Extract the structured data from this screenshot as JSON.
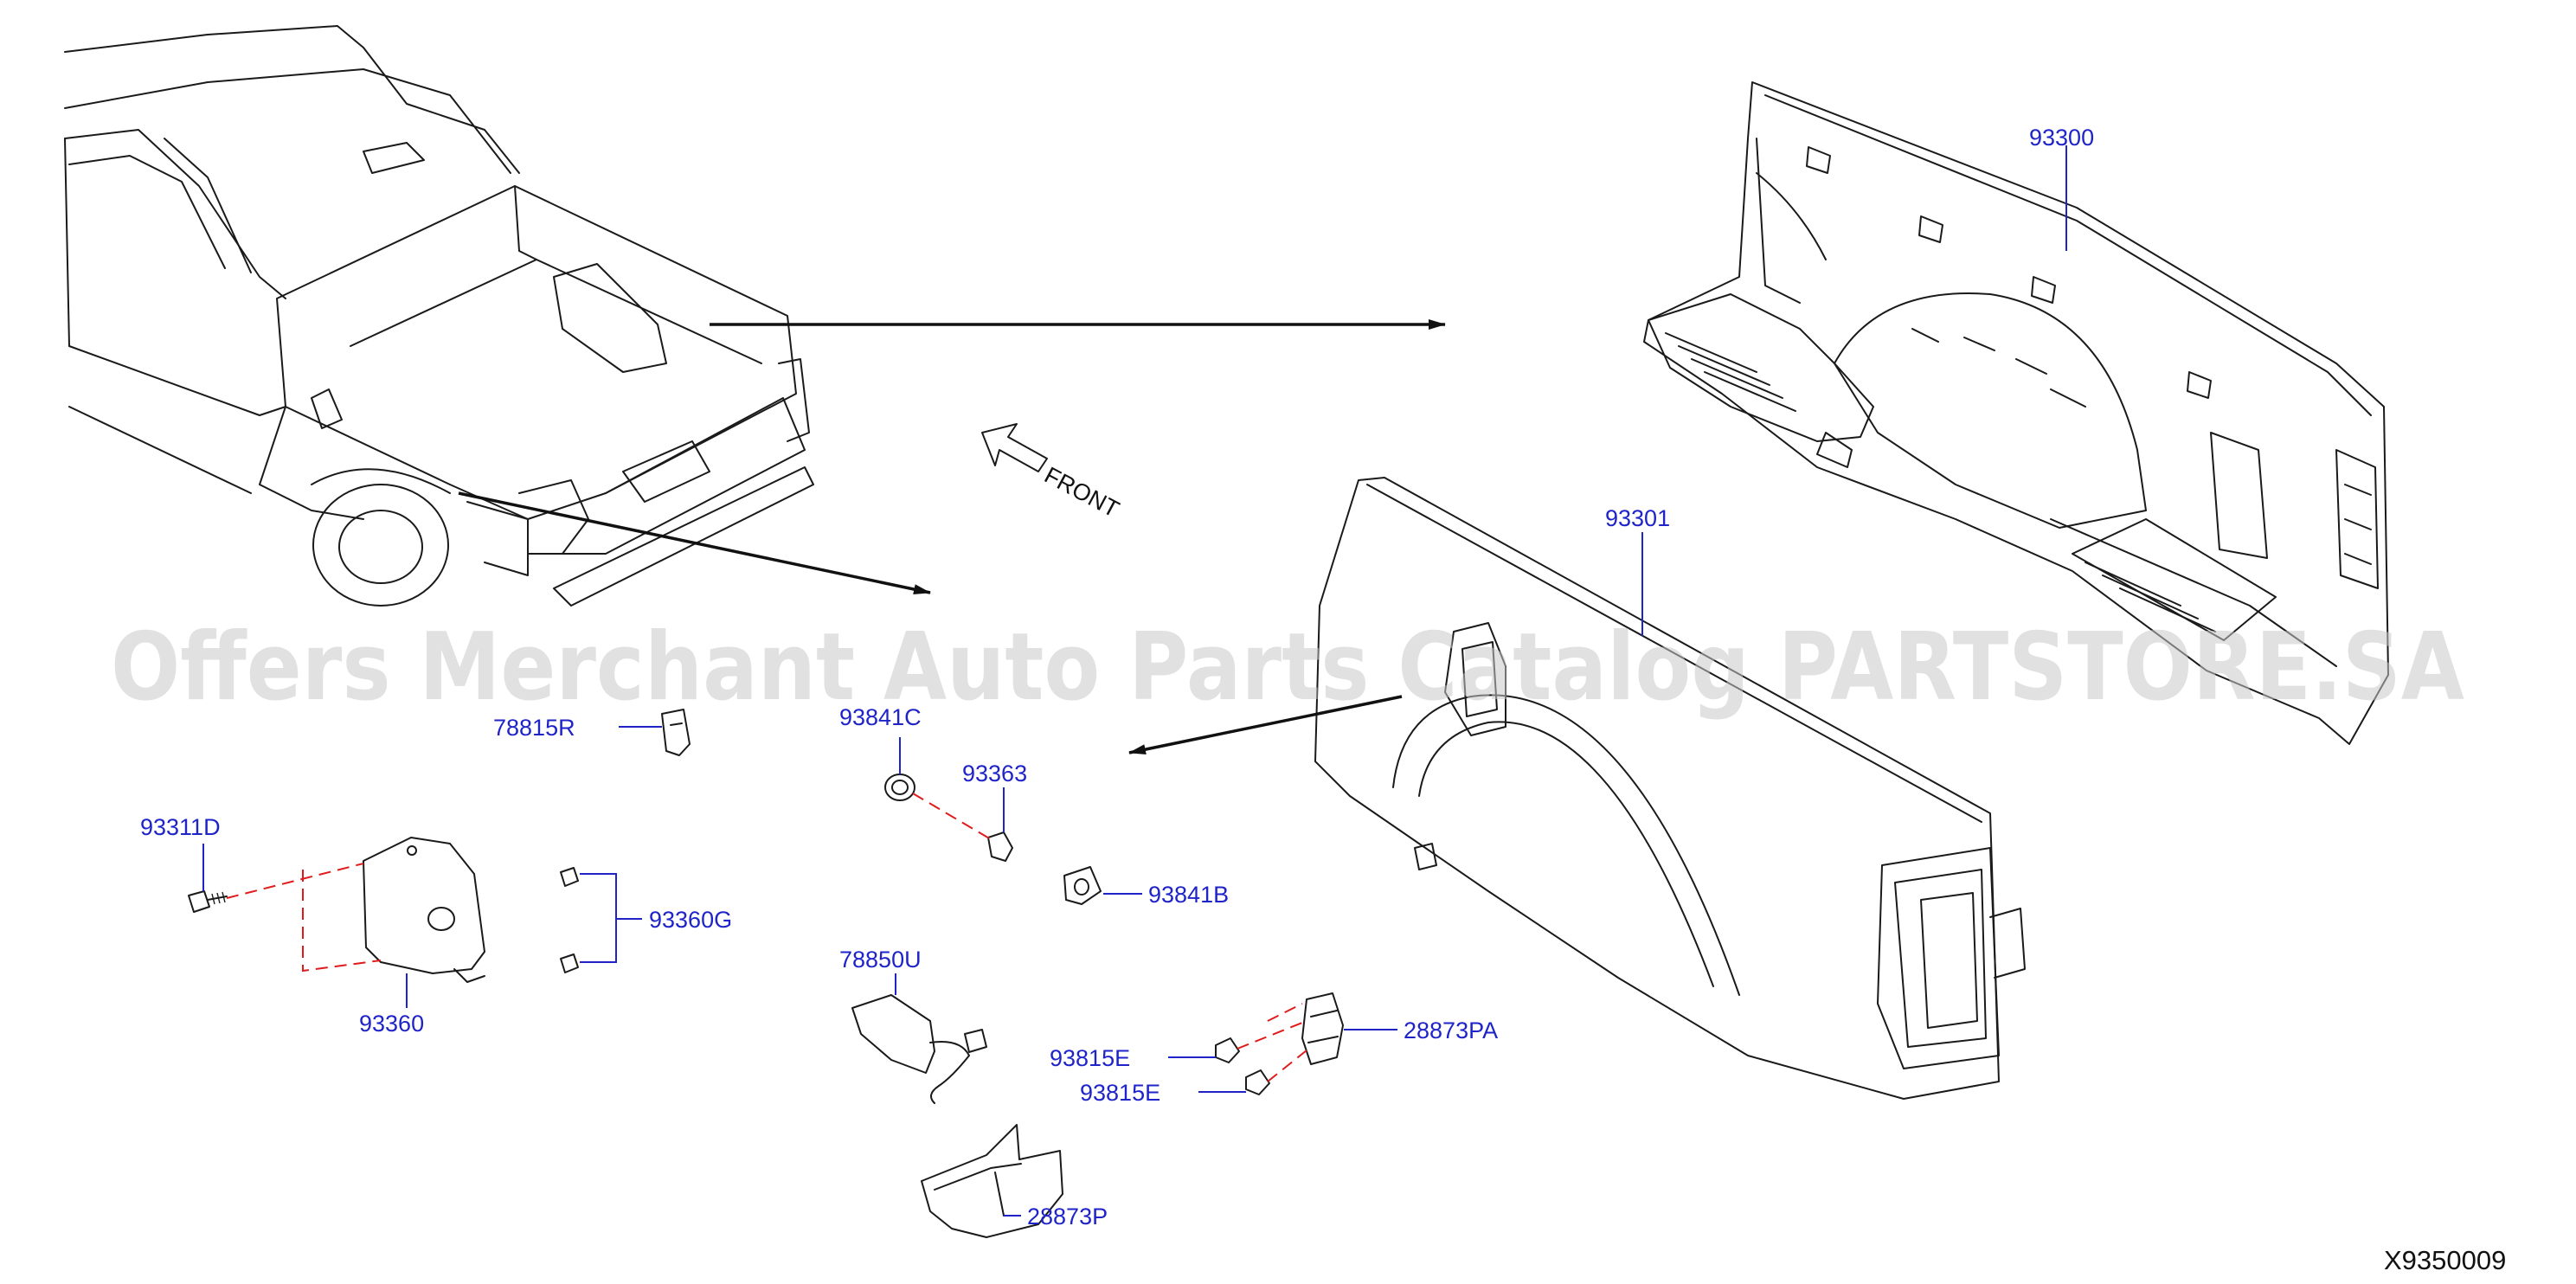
{
  "diagram": {
    "watermark": "Offers Merchant Auto Parts Catalog PARTSTORE.SA",
    "code": "X9350009",
    "direction_label": "FRONT",
    "colors": {
      "label": "#1f24c8",
      "line": "#1a1a1a",
      "dashed_guide": "#e11b1b",
      "watermark": "#c9c9c9"
    },
    "parts": {
      "p93300": "93300",
      "p93301": "93301",
      "p78815R": "78815R",
      "p93841C": "93841C",
      "p93363": "93363",
      "p93311D": "93311D",
      "p93841B": "93841B",
      "p93360G": "93360G",
      "p93360": "93360",
      "p78850U": "78850U",
      "p28873PA": "28873PA",
      "p93815E_a": "93815E",
      "p93815E_b": "93815E",
      "p28873P": "28873P"
    }
  }
}
